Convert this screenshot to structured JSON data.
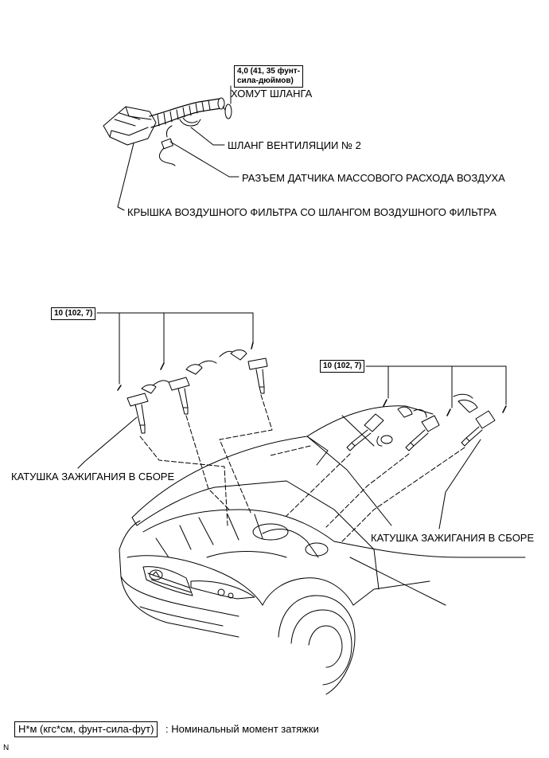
{
  "top_assembly": {
    "torque_box": {
      "line1": "4,0 (41, 35 фунт-",
      "line2": "сила-дюймов)"
    },
    "hose_clamp_label": "ХОМУТ ШЛАНГА",
    "vent_hose_label": "ШЛАНГ ВЕНТИЛЯЦИИ № 2",
    "maf_connector_label": "РАЗЪЕМ ДАТЧИКА МАССОВОГО РАСХОДА ВОЗДУХА",
    "air_cleaner_cap_label": "КРЫШКА ВОЗДУШНОГО ФИЛЬТРА СО ШЛАНГОМ ВОЗДУШНОГО ФИЛЬТРА"
  },
  "ignition": {
    "left_torque": "10 (102, 7)",
    "right_torque": "10 (102, 7)",
    "left_coil_label": "КАТУШКА ЗАЖИГАНИЯ В СБОРЕ",
    "right_coil_label": "КАТУШКА ЗАЖИГАНИЯ В СБОРЕ"
  },
  "legend": {
    "unit_box": "Н*м (кгс*см, фунт-сила-фут)",
    "description": ": Номинальный момент затяжки"
  },
  "figure_code": "N"
}
